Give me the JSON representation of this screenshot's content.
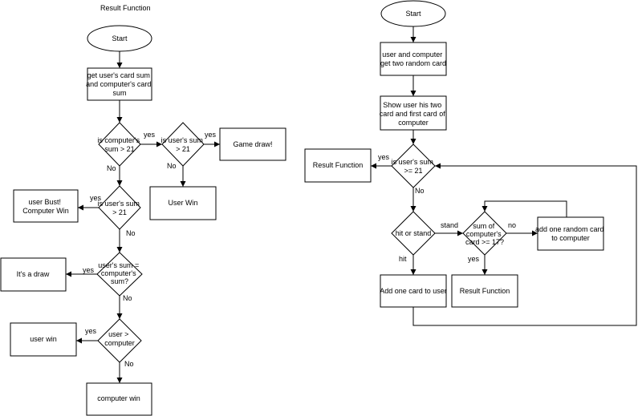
{
  "left": {
    "title": "Result Function",
    "start": "Start",
    "get_sums": [
      "get user's card sum",
      "and computer's card",
      "sum"
    ],
    "d_comp_over": [
      "is computer's",
      "sum > 21"
    ],
    "d_user_over_a": [
      "is user's sum",
      "> 21"
    ],
    "game_draw": "Game draw!",
    "user_win_a": "User Win",
    "d_user_over_b": [
      "is user's sum",
      "> 21"
    ],
    "user_bust": [
      "user Bust!",
      "Computer Win"
    ],
    "d_equal": [
      "user's sum =",
      "computer's",
      "sum?"
    ],
    "its_draw": "It's a draw",
    "d_greater": [
      "user >",
      "computer"
    ],
    "user_win_b": "user win",
    "computer_win": "computer win"
  },
  "right": {
    "start": "Start",
    "deal": [
      "user and computer",
      "get two random card"
    ],
    "show": [
      "Show user his two",
      "card and first card of",
      "computer"
    ],
    "d_user_over": [
      "is user's sum",
      ">= 21"
    ],
    "result_a": "Result Function",
    "d_hit_stand": "hit or stand",
    "d_comp_17": [
      "sum of",
      "computer's",
      "card >= 17?"
    ],
    "add_random": [
      "add one random card",
      "to computer"
    ],
    "add_user": "Add one card to user",
    "result_b": "Result Function"
  },
  "edges": {
    "yes": "yes",
    "no": "No",
    "no_lower": "no",
    "stand": "stand",
    "hit": "hit"
  }
}
